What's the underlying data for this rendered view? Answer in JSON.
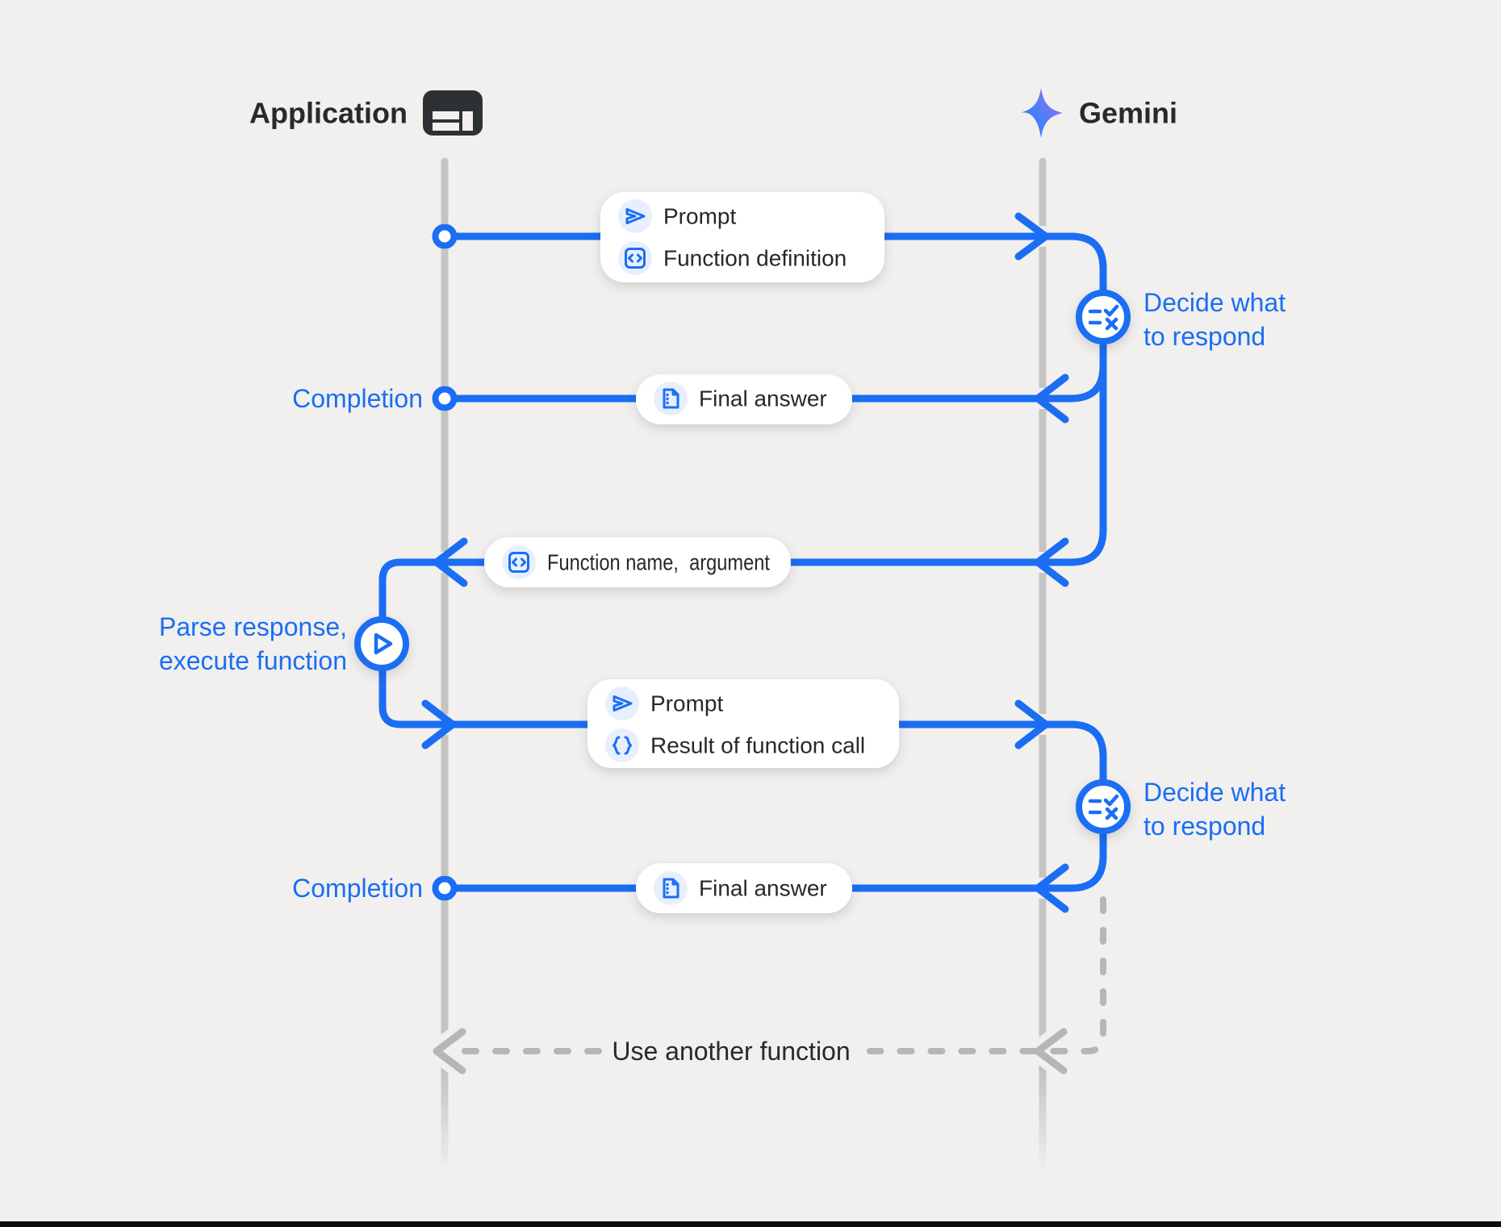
{
  "colors": {
    "background": "#f1f0ee",
    "accent_blue": "#1b6ef3",
    "text_dark": "#27292b",
    "lifeline_gray": "#c5c4c2",
    "dashed_gray": "#b7b6b4",
    "badge_background": "#e7effd",
    "pill_background": "#ffffff",
    "star_gradient_start": "#2f7cf6",
    "star_gradient_end": "#9c6df3"
  },
  "actors": {
    "application": {
      "label": "Application",
      "icon": "app-window-icon"
    },
    "gemini": {
      "label": "Gemini",
      "icon": "gemini-star-icon"
    }
  },
  "flow": {
    "request1": {
      "items": [
        {
          "icon": "send-icon",
          "label": "Prompt"
        },
        {
          "icon": "code-icon",
          "label": "Function definition"
        }
      ]
    },
    "decide1": {
      "icon": "rule-icon",
      "line1": "Decide what",
      "line2": "to respond"
    },
    "completion1": {
      "label": "Completion",
      "pill": {
        "icon": "document-icon",
        "label": "Final answer"
      }
    },
    "function_call": {
      "icon": "code-icon",
      "label": "Function name,  argument"
    },
    "parse": {
      "icon": "play-icon",
      "line1": "Parse response,",
      "line2": "execute function"
    },
    "request2": {
      "items": [
        {
          "icon": "send-icon",
          "label": "Prompt"
        },
        {
          "icon": "braces-icon",
          "label": "Result of function call"
        }
      ]
    },
    "decide2": {
      "icon": "rule-icon",
      "line1": "Decide what",
      "line2": "to respond"
    },
    "completion2": {
      "label": "Completion",
      "pill": {
        "icon": "document-icon",
        "label": "Final answer"
      }
    },
    "loop": {
      "label": "Use another function"
    }
  }
}
